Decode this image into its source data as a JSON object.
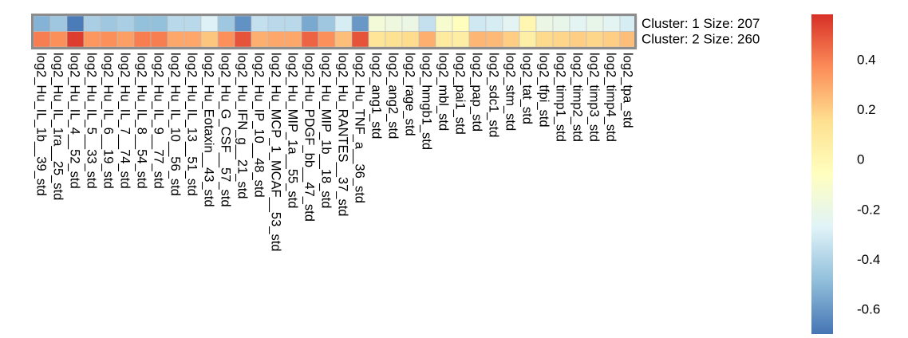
{
  "chart_data": {
    "type": "heatmap",
    "title": "",
    "rows": [
      {
        "label": "Cluster: 1 Size: 207"
      },
      {
        "label": "Cluster: 2 Size: 260"
      }
    ],
    "columns": [
      "log2_Hu_IL_1b__39_std",
      "log2_Hu_IL_1ra__25_std",
      "log2_Hu_IL_4__52_std",
      "log2_Hu_IL_5__33_std",
      "log2_Hu_IL_6__19_std",
      "log2_Hu_IL_7__74_std",
      "log2_Hu_IL_8__54_std",
      "log2_Hu_IL_9__77_std",
      "log2_Hu_IL_10__56_std",
      "log2_Hu_IL_13__51_std",
      "log2_Hu_Eotaxin__43_std",
      "log2_Hu_G_CSF__57_std",
      "log2_Hu_IFN_g__21_std",
      "log2_Hu_IP_10__48_std",
      "log2_Hu_MCP_1_MCAF__53_std",
      "log2_Hu_MIP_1a__55_std",
      "log2_Hu_PDGF_bb__47_std",
      "log2_Hu_MIP_1b__18_std",
      "log2_Hu_RANTES__37_std",
      "log2_Hu_TNF_a__36_std",
      "log2_ang1_std",
      "log2_ang2_std",
      "log2_rage_std",
      "log2_hmgb1_std",
      "log2_mbl_std",
      "log2_pai1_std",
      "log2_pap_std",
      "log2_sdc1_std",
      "log2_stm_std",
      "log2_tat_std",
      "log2_tfpi_std",
      "log2_timp1_std",
      "log2_timp2_std",
      "log2_timp3_std",
      "log2_timp4_std",
      "log2_tpa_std"
    ],
    "values": [
      [
        -0.52,
        -0.45,
        -0.68,
        -0.42,
        -0.45,
        -0.42,
        -0.48,
        -0.48,
        -0.38,
        -0.38,
        -0.28,
        -0.45,
        -0.62,
        -0.35,
        -0.38,
        -0.38,
        -0.55,
        -0.45,
        -0.3,
        -0.6,
        -0.15,
        -0.18,
        -0.2,
        -0.35,
        -0.12,
        -0.05,
        -0.32,
        -0.3,
        -0.25,
        0.0,
        -0.2,
        -0.22,
        -0.25,
        -0.22,
        -0.25,
        -0.3
      ],
      [
        0.4,
        0.36,
        0.55,
        0.34,
        0.36,
        0.32,
        0.4,
        0.4,
        0.3,
        0.3,
        0.22,
        0.36,
        0.5,
        0.28,
        0.3,
        0.3,
        0.46,
        0.36,
        0.24,
        0.5,
        0.12,
        0.14,
        0.16,
        0.28,
        0.08,
        0.06,
        0.26,
        0.25,
        0.2,
        0.05,
        0.17,
        0.18,
        0.2,
        0.18,
        0.2,
        0.24
      ]
    ],
    "legend": {
      "placement": "right",
      "range": [
        -0.7,
        0.58
      ],
      "ticks": [
        "0.4",
        "0.2",
        "0",
        "-0.2",
        "-0.4",
        "-0.6"
      ],
      "tick_values": [
        0.4,
        0.2,
        0.0,
        -0.2,
        -0.4,
        -0.6
      ],
      "palette": [
        "#4575b4",
        "#91bfdb",
        "#e0f3f8",
        "#ffffbf",
        "#fee090",
        "#fc8d59",
        "#d73027"
      ]
    },
    "grid": true
  }
}
